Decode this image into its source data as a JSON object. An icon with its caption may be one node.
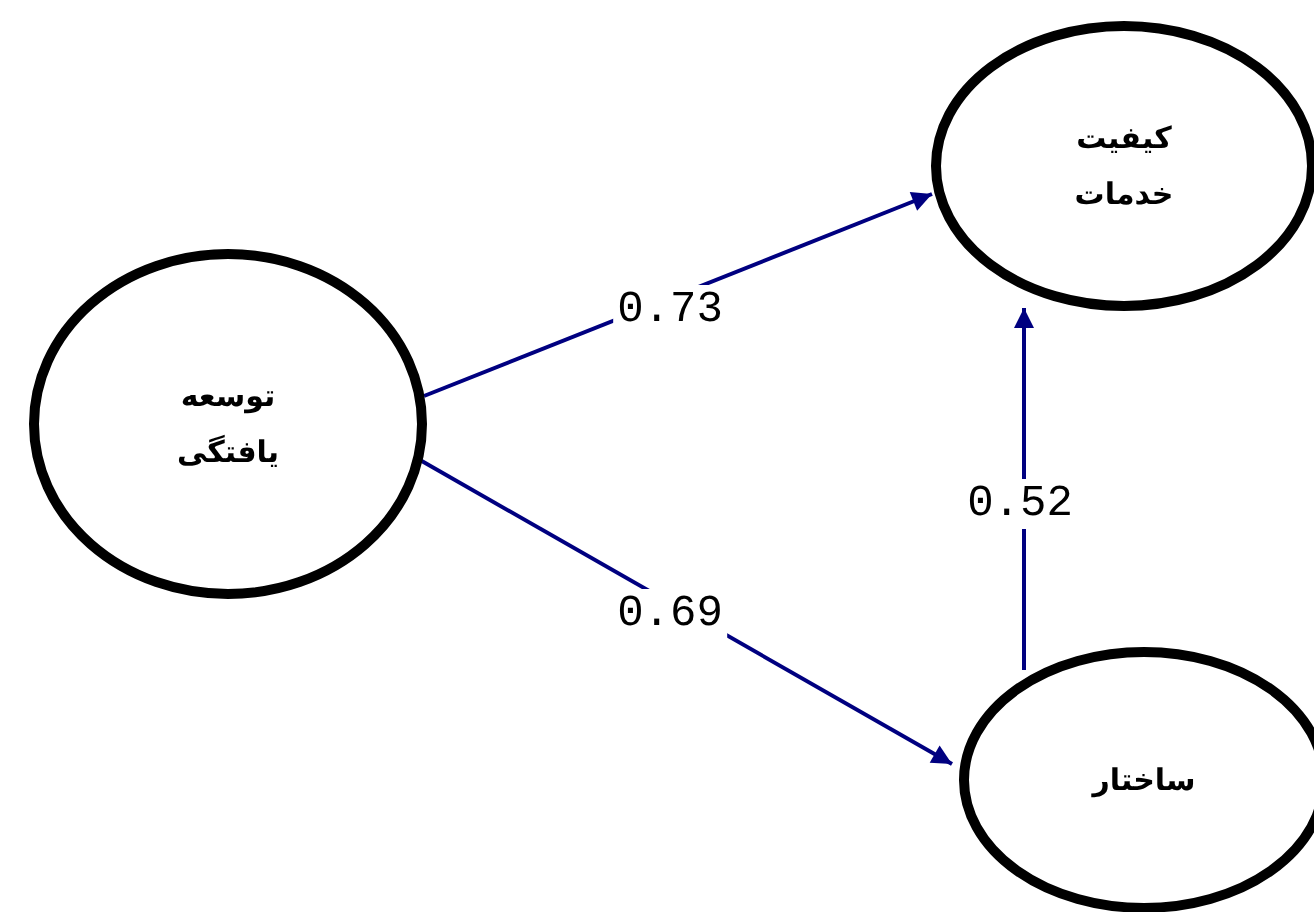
{
  "diagram": {
    "nodes": [
      {
        "text": [
          "توسعه یافتگی"
        ]
      },
      {
        "text": [
          "کیفیت خدمات"
        ]
      },
      {
        "text": [
          "ساختار"
        ]
      }
    ],
    "edges": [
      {
        "from": 0,
        "to": 1,
        "arrow": "to",
        "label": "0.73"
      },
      {
        "from": 0,
        "to": 2,
        "arrow": "to",
        "label": "0.69"
      },
      {
        "from": 2,
        "to": 1,
        "arrow": "to",
        "label": "0.52"
      }
    ]
  }
}
